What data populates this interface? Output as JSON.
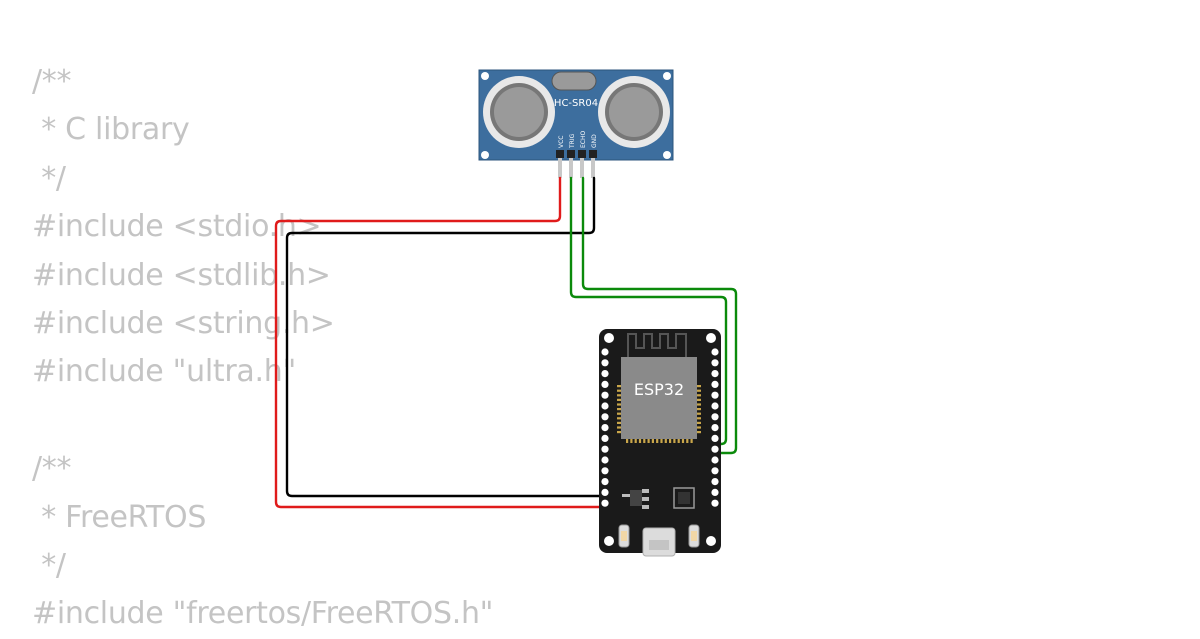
{
  "code_lines": [
    "/**",
    " * C library",
    " */",
    "#include <stdio.h>",
    "#include <stdlib.h>",
    "#include <string.h>",
    "#include \"ultra.h\"",
    "",
    "/**",
    " * FreeRTOS",
    " */",
    "#include \"freertos/FreeRTOS.h\""
  ],
  "sensor": {
    "name": "HC-SR04",
    "pins": [
      "VCC",
      "TRIG",
      "ECHO",
      "GND"
    ],
    "board_color": "#3d6e9e"
  },
  "board": {
    "name": "ESP32",
    "board_color": "#1a1a1a",
    "chip_color": "#8a8a8a"
  },
  "wires": [
    {
      "name": "VCC",
      "color": "#e01b1b"
    },
    {
      "name": "GND",
      "color": "#000000"
    },
    {
      "name": "TRIG",
      "color": "#0b8a0b"
    },
    {
      "name": "ECHO",
      "color": "#0b8a0b"
    }
  ]
}
